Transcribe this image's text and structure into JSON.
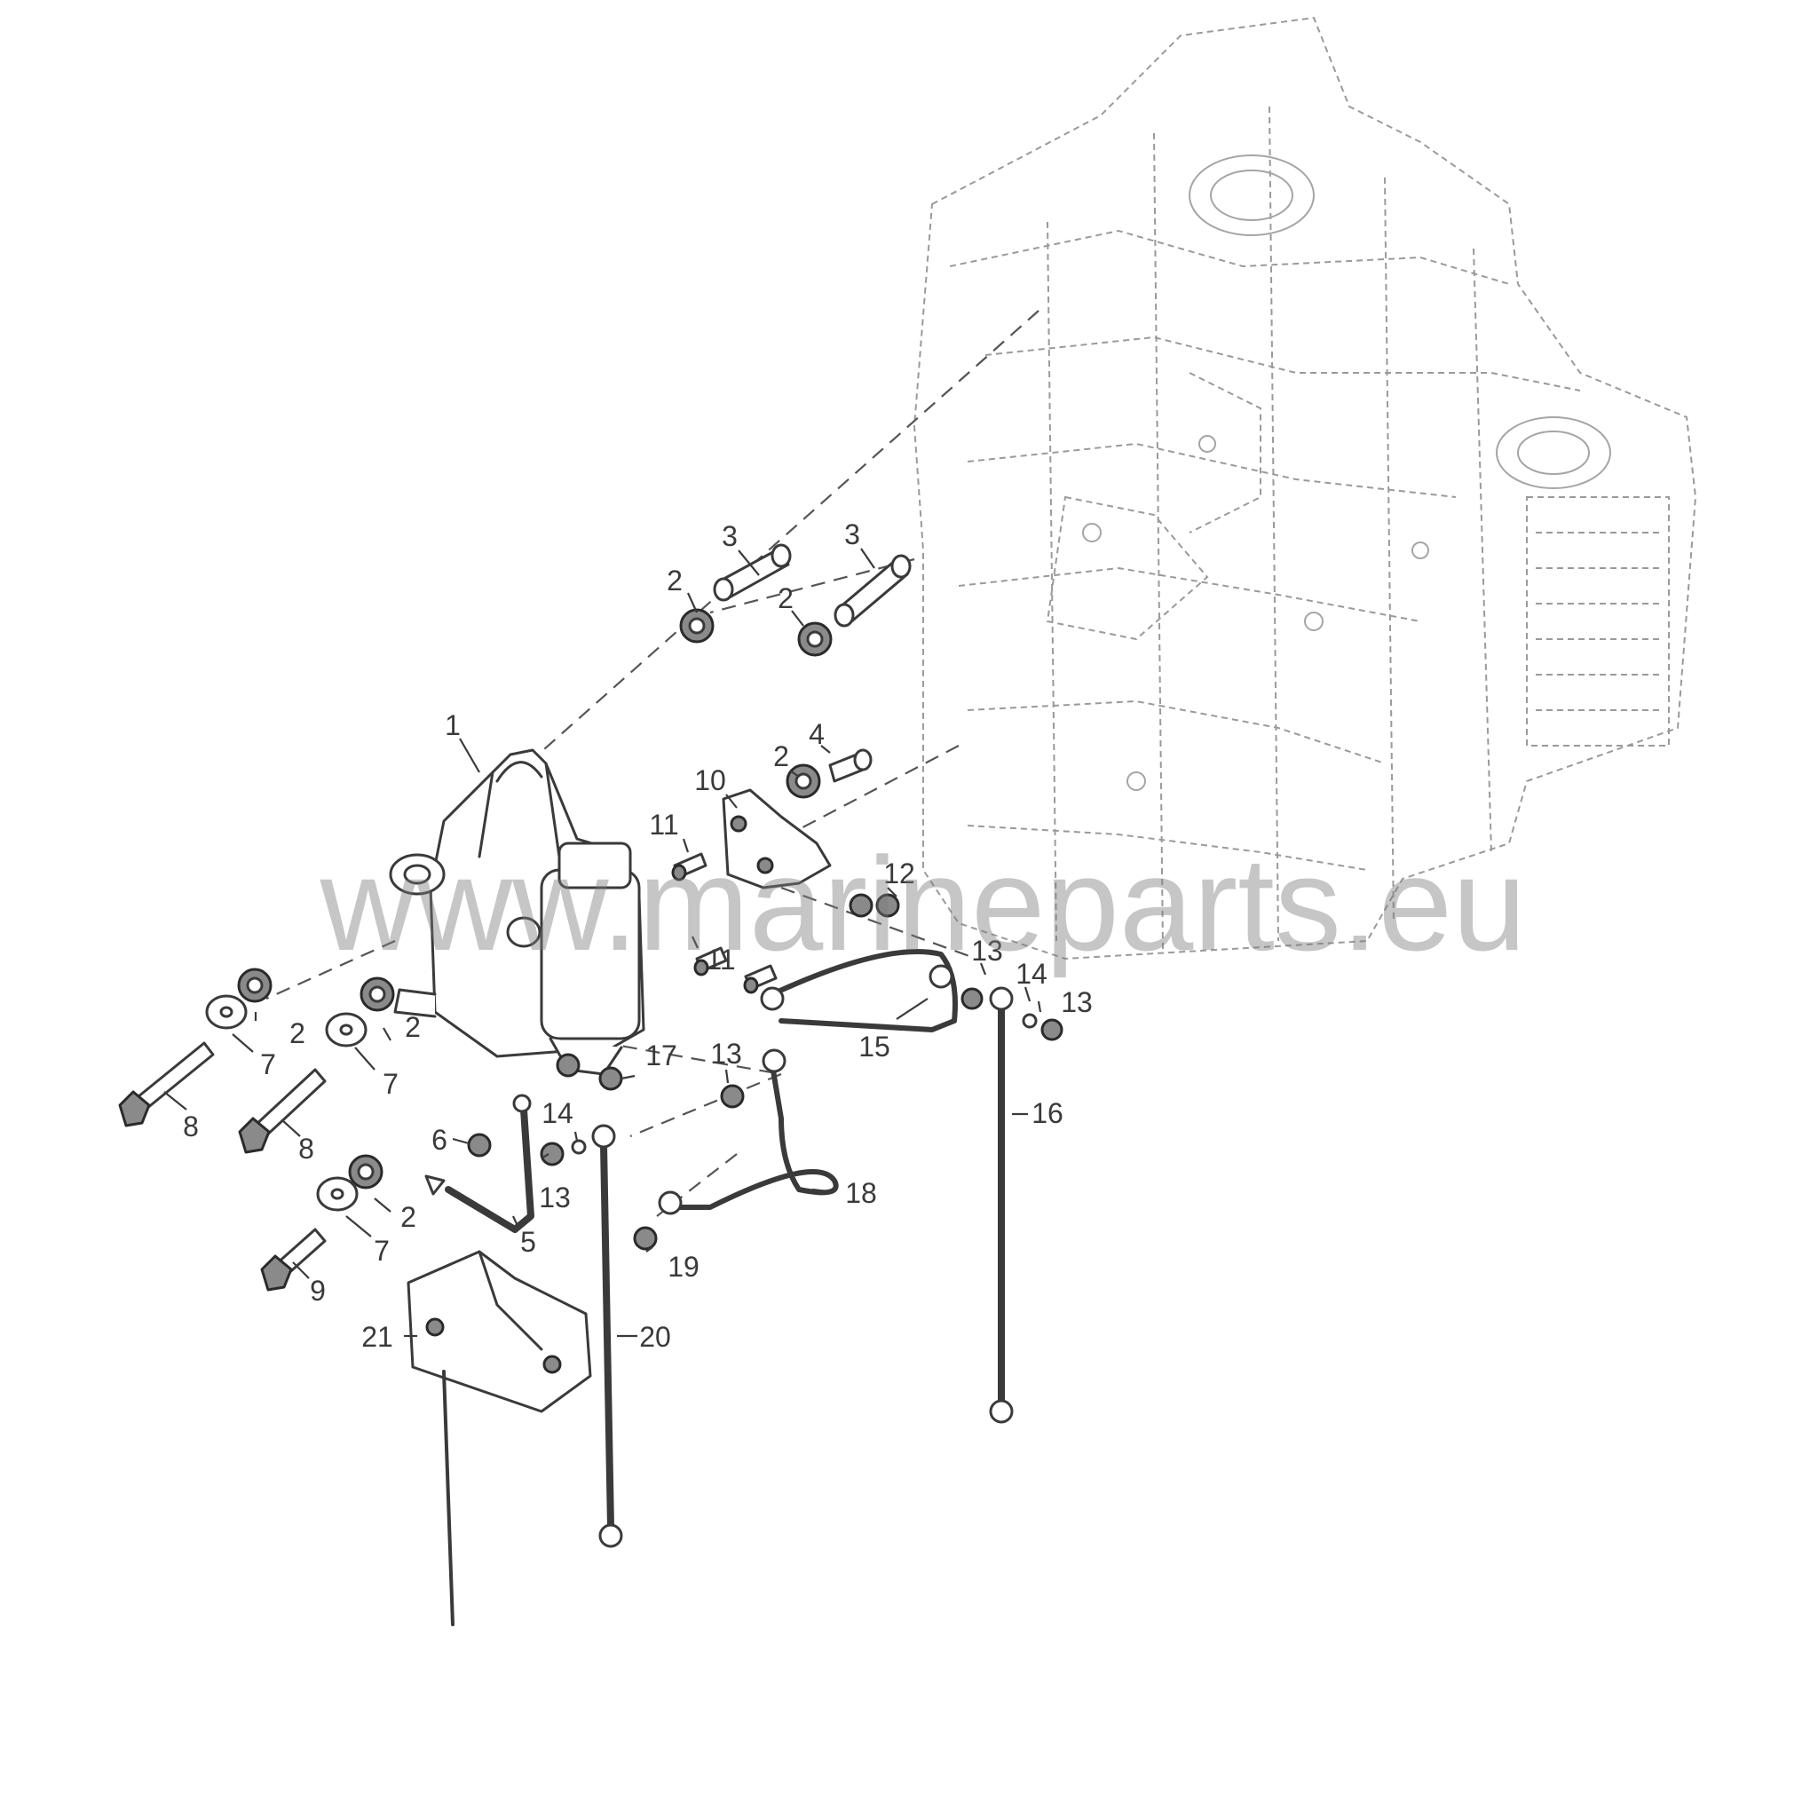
{
  "watermark": "www.marineparts.eu",
  "callouts": {
    "c1": "1",
    "c2a": "2",
    "c2b": "2",
    "c2c": "2",
    "c2d": "2",
    "c2e": "2",
    "c2f": "2",
    "c3a": "3",
    "c3b": "3",
    "c4": "4",
    "c5": "5",
    "c6": "6",
    "c7a": "7",
    "c7b": "7",
    "c7c": "7",
    "c8a": "8",
    "c8b": "8",
    "c9": "9",
    "c10": "10",
    "c11a": "11",
    "c11b": "11",
    "c12": "12",
    "c13a": "13",
    "c13b": "13",
    "c13c": "13",
    "c13d": "13",
    "c14a": "14",
    "c14b": "14",
    "c15": "15",
    "c16": "16",
    "c17": "17",
    "c18": "18",
    "c19": "19",
    "c20": "20",
    "c21": "21"
  }
}
